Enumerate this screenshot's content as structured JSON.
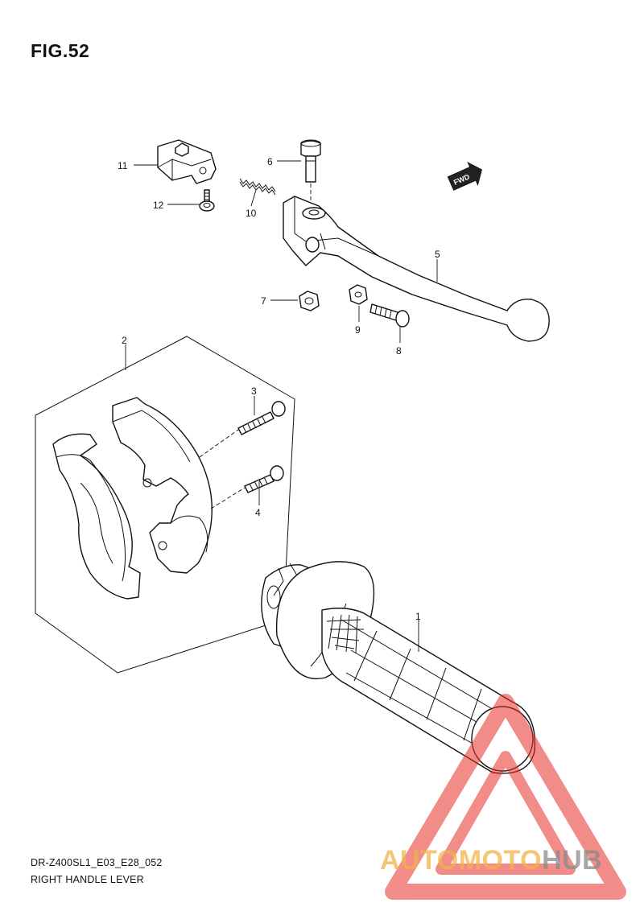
{
  "figure": {
    "title": "FIG.52",
    "model_code": "DR-Z400SL1_E03_E28_052",
    "section_name": "RIGHT HANDLE LEVER"
  },
  "direction_tag": "FWD",
  "callouts": [
    "1",
    "2",
    "3",
    "4",
    "5",
    "6",
    "7",
    "8",
    "9",
    "10",
    "11",
    "12"
  ],
  "watermark": {
    "brand_part1": "AUTOMOTO",
    "brand_part2": "HUB",
    "colors": {
      "triangle": "#e8302a",
      "orange": "#f2b347",
      "grey": "#8a8a8a"
    }
  }
}
